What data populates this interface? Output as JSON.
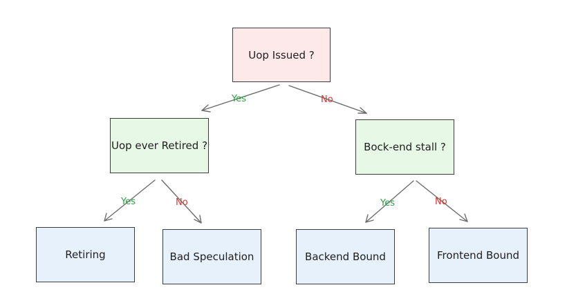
{
  "nodes": {
    "root": "Uop Issued ?",
    "retired": "Uop ever Retired ?",
    "backend_stall": "Bock-end stall ?",
    "retiring": "Retiring",
    "bad_speculation": "Bad Speculation",
    "backend_bound": "Backend Bound",
    "frontend_bound": "Frontend Bound"
  },
  "edge_labels": {
    "yes": "Yes",
    "no": "No"
  },
  "colors": {
    "yes": "#2f9e44",
    "no": "#e03131",
    "root_fill": "#fde9e9",
    "decision_fill": "#e8f8e6",
    "leaf_fill": "#e6f1fb",
    "stroke": "#3b3b3b"
  }
}
